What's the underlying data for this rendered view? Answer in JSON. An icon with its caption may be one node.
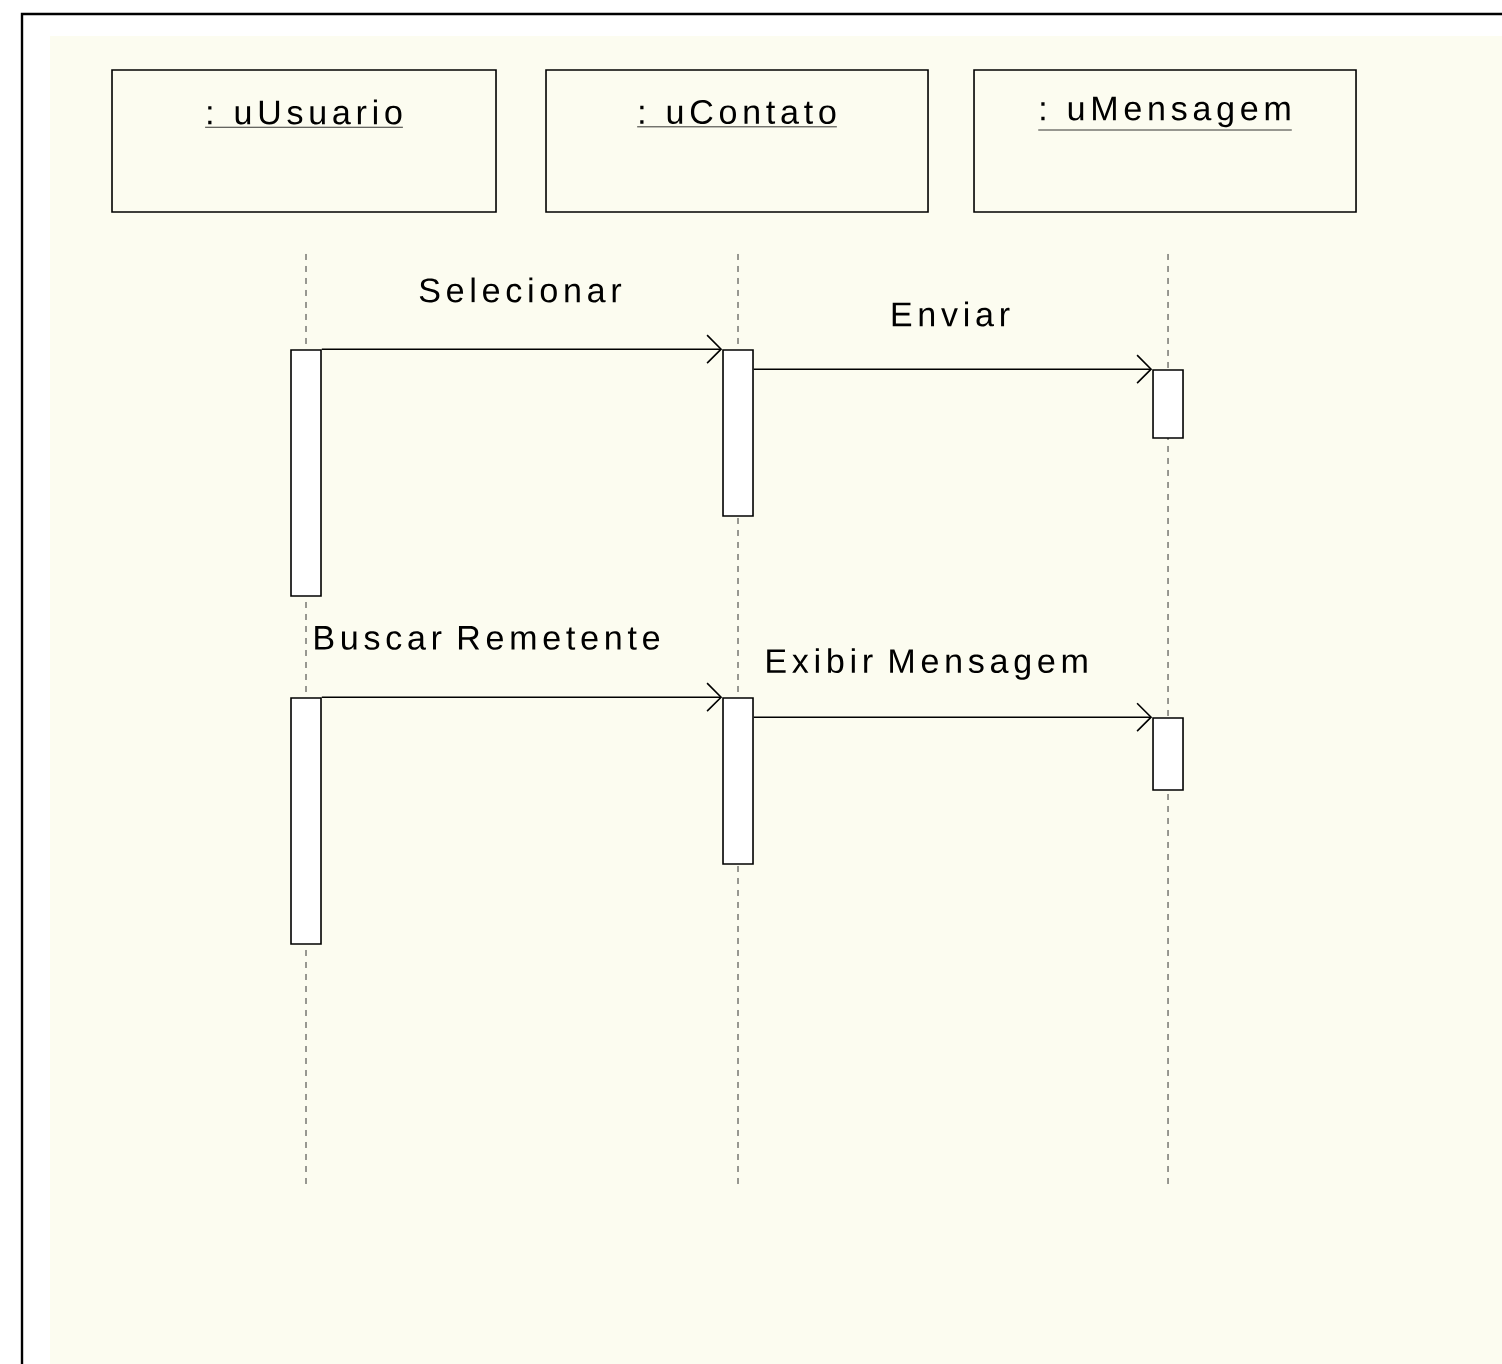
{
  "diagram": {
    "nodes": [
      {
        "text": [
          ": uUsuario"
        ]
      },
      {
        "text": [
          ": uContato"
        ]
      },
      {
        "text": [
          ": uMensagem"
        ]
      },
      {
        "text": [],
        "shape": "bar"
      },
      {
        "text": [],
        "shape": "bar"
      },
      {
        "text": [],
        "shape": "bar"
      },
      {
        "text": [],
        "shape": "bar"
      },
      {
        "text": [],
        "shape": "bar"
      },
      {
        "text": [],
        "shape": "bar"
      }
    ],
    "edges": [
      {
        "from": 3,
        "to": 4,
        "arrow": "to",
        "label": "Selecionar"
      },
      {
        "from": 4,
        "to": 5,
        "arrow": "to",
        "label": "Enviar"
      },
      {
        "from": 6,
        "to": 7,
        "arrow": "to",
        "label": "Buscar Remetente"
      },
      {
        "from": 7,
        "to": 8,
        "arrow": "to",
        "label": "Exibir Mensagem"
      }
    ]
  }
}
